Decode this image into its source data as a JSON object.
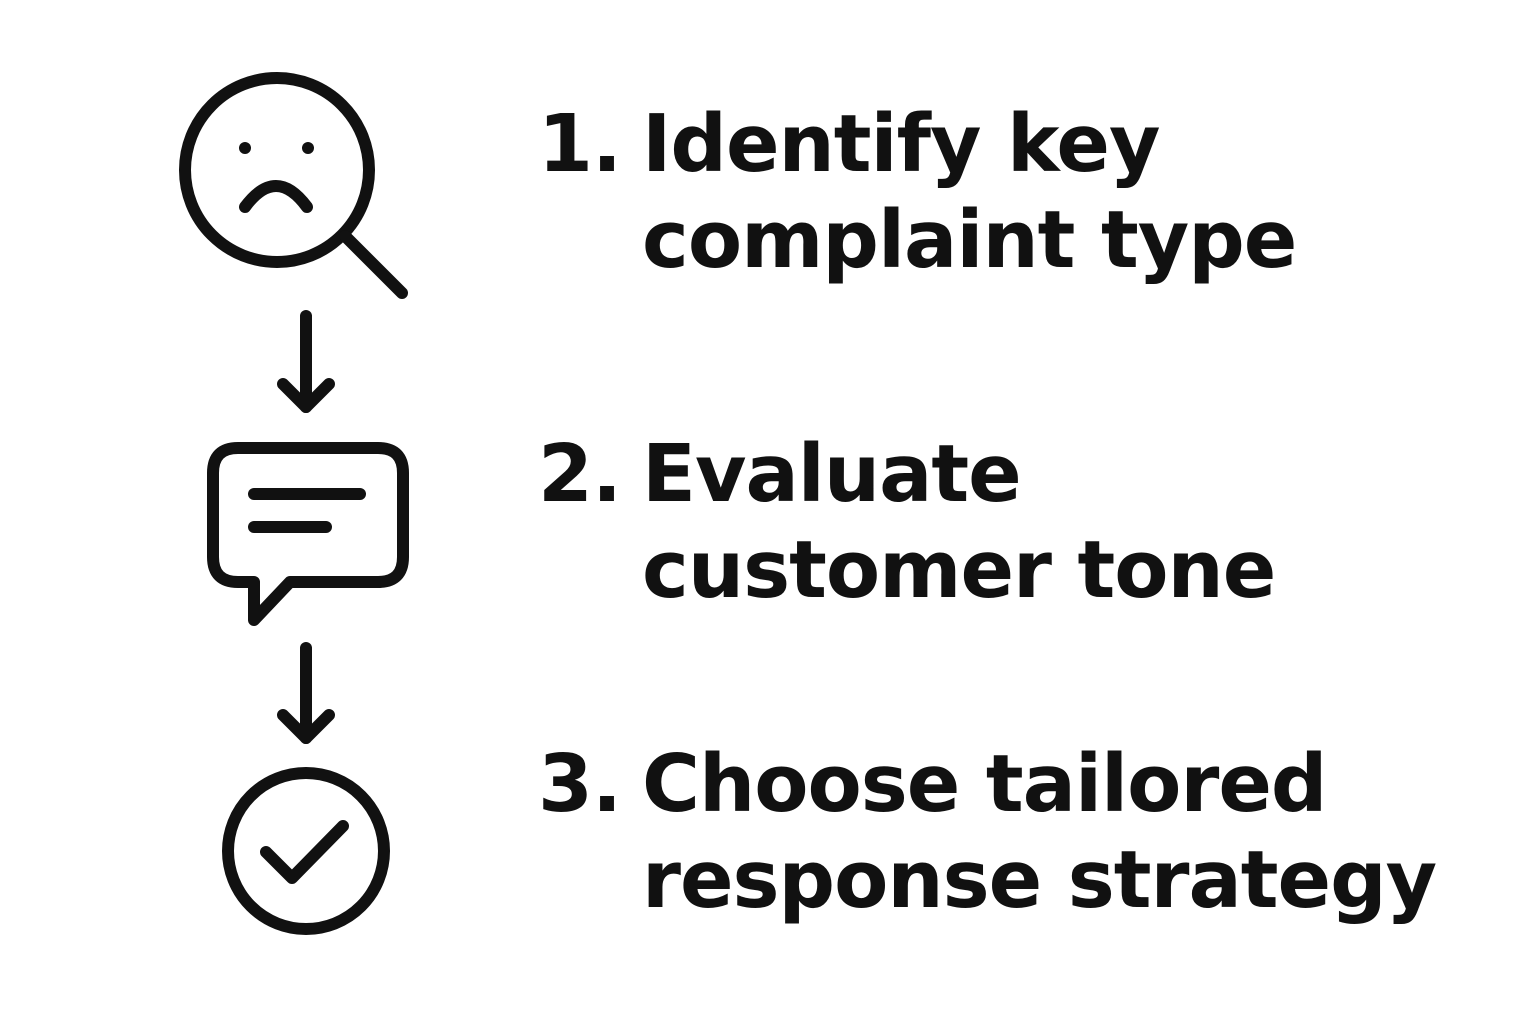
{
  "colors": {
    "ink": "#111111",
    "background": "#ffffff"
  },
  "steps": [
    {
      "number": "1.",
      "line1": "Identify key",
      "line2": "complaint type",
      "icon": "sad-face-magnifier-icon"
    },
    {
      "number": "2.",
      "line1": "Evaluate",
      "line2": "customer tone",
      "icon": "chat-bubble-icon"
    },
    {
      "number": "3.",
      "line1": "Choose tailored",
      "line2": "response strategy",
      "icon": "check-circle-icon"
    }
  ],
  "connectors": [
    "down-arrow-icon",
    "down-arrow-icon"
  ]
}
